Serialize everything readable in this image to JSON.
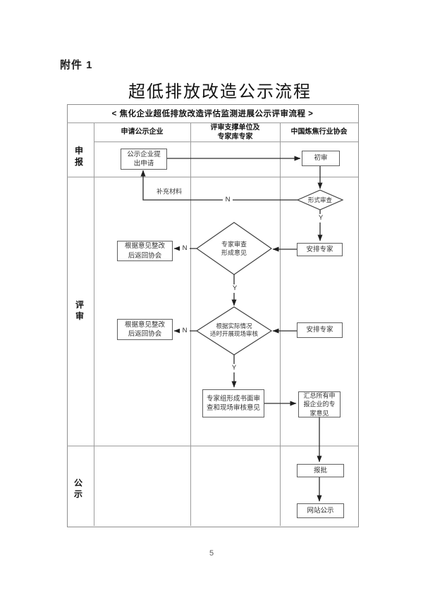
{
  "page": {
    "attachment_label": "附件 1",
    "title": "超低排放改造公示流程",
    "page_number": "5"
  },
  "table": {
    "header": "< 焦化企业超低排放改造评估监测进展公示评审流程 >",
    "columns": [
      "申请公示企业",
      "评审支撑单位及\n专家库专家",
      "中国炼焦行业协会"
    ],
    "rows": [
      "申报",
      "评审",
      "公示"
    ]
  },
  "flow": {
    "nodes": {
      "apply": "公示企业提\n出申请",
      "initial_review": "初审",
      "formal_review": "形式审查",
      "arrange_experts_1": "安排专家",
      "expert_review": "专家审查\n形成意见",
      "rectify_1": "根据意见整改\n后返回协会",
      "onsite_review": "根据实际情况\n适时开展现场审核",
      "rectify_2": "根据意见整改\n后返回协会",
      "arrange_experts_2": "安排专家",
      "written_opinion": "专家组形成书面审\n查和现场审核意见",
      "summary": "汇总所有申\n报企业的专\n家意见",
      "approval": "报批",
      "website": "网站公示"
    },
    "labels": {
      "supplement": "补充材料",
      "no": "N",
      "yes": "Y"
    }
  }
}
